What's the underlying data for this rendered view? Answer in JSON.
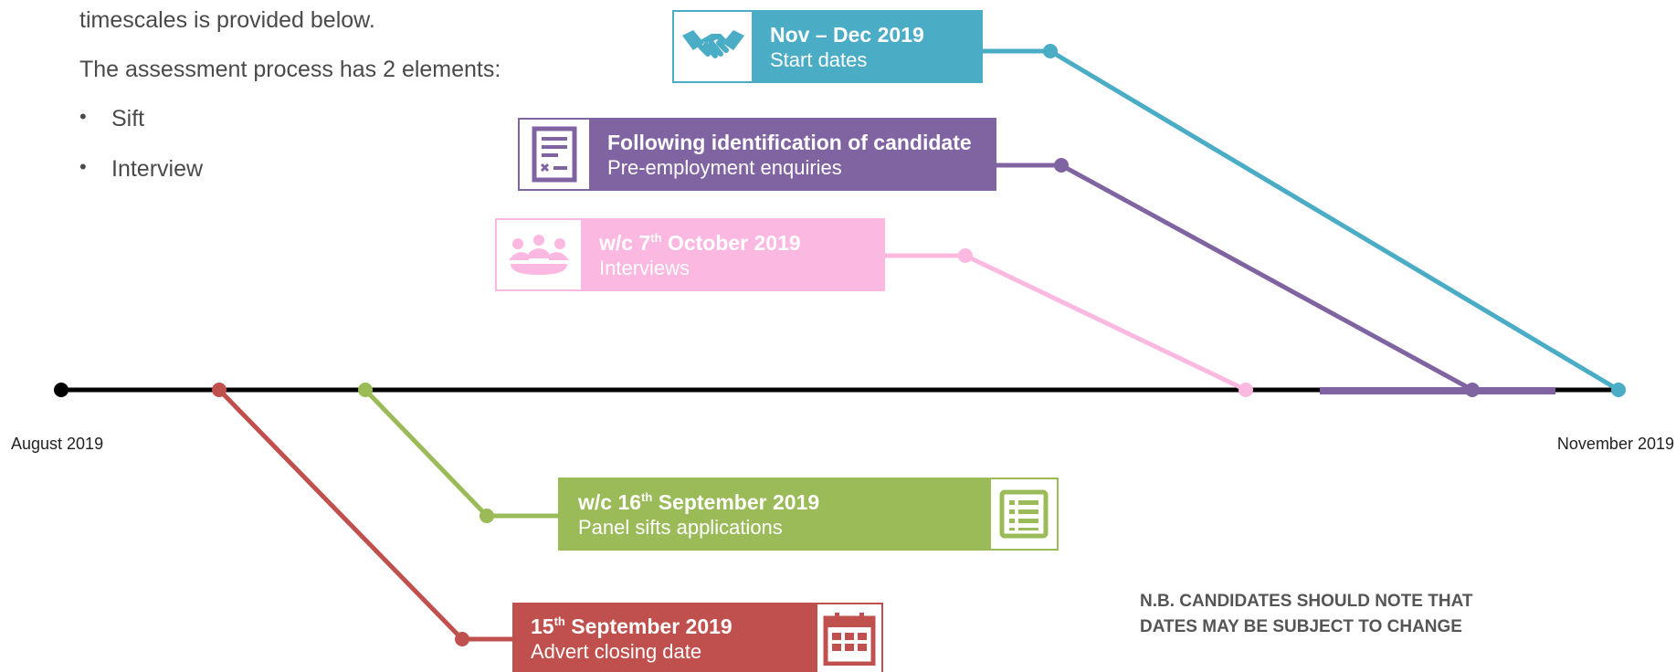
{
  "intro": {
    "line1": "timescales is provided below.",
    "line2": "The assessment process has 2 elements:",
    "elements": [
      "Sift",
      "Interview"
    ],
    "bullet_char": "•"
  },
  "axis": {
    "start_label": "August 2019",
    "end_label": "November 2019"
  },
  "milestones": [
    {
      "id": "start-dates",
      "date": "Nov – Dec 2019",
      "date_sup": "",
      "date_rest": "",
      "description": "Start dates",
      "color": "#4bacc6",
      "icon": "handshake-icon"
    },
    {
      "id": "pre-employment",
      "date": "Following identification of candidate",
      "date_sup": "",
      "date_rest": "",
      "description": "Pre-employment enquiries",
      "color": "#8064a2",
      "icon": "form-document-icon"
    },
    {
      "id": "interviews",
      "date": "w/c 7",
      "date_sup": "th",
      "date_rest": " October 2019",
      "description": "Interviews",
      "color": "#fbb8e0",
      "icon": "meeting-people-icon"
    },
    {
      "id": "panel-sift",
      "date": "w/c 16",
      "date_sup": "th",
      "date_rest": " September 2019",
      "description": "Panel sifts applications",
      "color": "#9bbb59",
      "icon": "checklist-icon"
    },
    {
      "id": "advert-closing",
      "date": "15",
      "date_sup": "th",
      "date_rest": " September 2019",
      "description": "Advert closing date",
      "color": "#c0504d",
      "icon": "calendar-icon"
    }
  ],
  "note": {
    "line1": "N.B. CANDIDATES SHOULD NOTE THAT",
    "line2": "DATES MAY BE SUBJECT TO CHANGE"
  }
}
